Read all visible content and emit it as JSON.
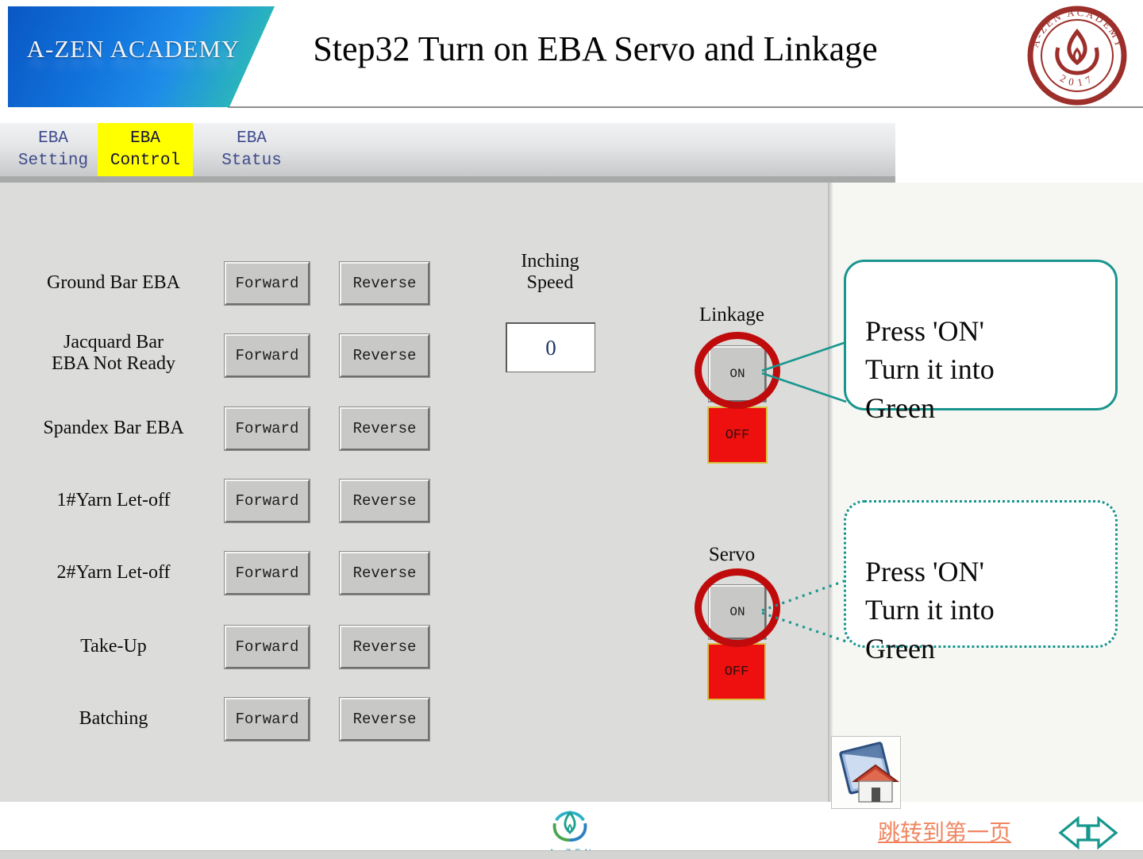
{
  "header": {
    "brand": "A-ZEN ACADEMY",
    "title": "Step32 Turn on EBA Servo and Linkage",
    "seal": {
      "arc_text": "A-ZEN ACADEMY",
      "year": "2017"
    }
  },
  "tabs": [
    {
      "line1": "EBA",
      "line2": "Setting",
      "active": false
    },
    {
      "line1": "EBA",
      "line2": "Control",
      "active": true
    },
    {
      "line1": "EBA",
      "line2": "Status",
      "active": false
    }
  ],
  "panel": {
    "rows": [
      {
        "label": "Ground Bar EBA",
        "forward": "Forward",
        "reverse": "Reverse"
      },
      {
        "label": "Jacquard Bar\nEBA Not Ready",
        "forward": "Forward",
        "reverse": "Reverse"
      },
      {
        "label": "Spandex Bar EBA",
        "forward": "Forward",
        "reverse": "Reverse"
      },
      {
        "label": "1#Yarn Let-off",
        "forward": "Forward",
        "reverse": "Reverse"
      },
      {
        "label": "2#Yarn Let-off",
        "forward": "Forward",
        "reverse": "Reverse"
      },
      {
        "label": "Take-Up",
        "forward": "Forward",
        "reverse": "Reverse"
      },
      {
        "label": "Batching",
        "forward": "Forward",
        "reverse": "Reverse"
      }
    ],
    "inching": {
      "label": "Inching\nSpeed",
      "value": "0"
    },
    "linkage": {
      "label": "Linkage",
      "on": "ON",
      "off": "OFF"
    },
    "servo": {
      "label": "Servo",
      "on": "ON",
      "off": "OFF"
    }
  },
  "callouts": {
    "linkage": "Press 'ON'\nTurn it into\nGreen",
    "servo": "Press 'ON'\nTurn it into\nGreen"
  },
  "footer": {
    "logo_text": "A-ZEN",
    "jump_link": "跳转到第一页"
  },
  "colors": {
    "accent_teal": "#18968e",
    "highlight_yellow": "#ffff00",
    "alert_red": "#ee0f0f",
    "annotation_red": "#bf0b0b",
    "link_orange": "#ef8660",
    "seal_maroon": "#9c2f2a",
    "tab_text_navy": "#3f4a8c"
  }
}
